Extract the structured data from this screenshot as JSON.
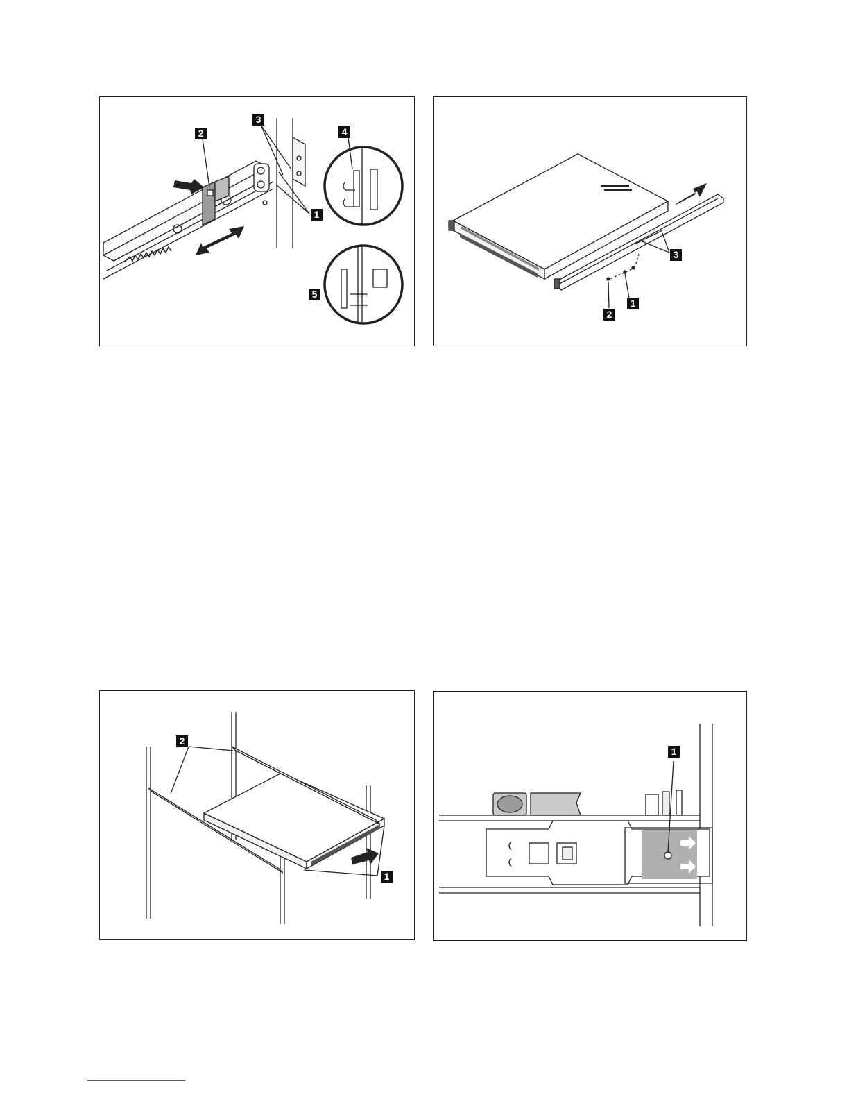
{
  "figures": [
    {
      "callouts": [
        "1",
        "2",
        "3",
        "4",
        "5"
      ]
    },
    {
      "callouts": [
        "1",
        "2",
        "3"
      ]
    },
    {
      "callouts": [
        "1",
        "2"
      ]
    },
    {
      "callouts": [
        "1"
      ]
    }
  ]
}
